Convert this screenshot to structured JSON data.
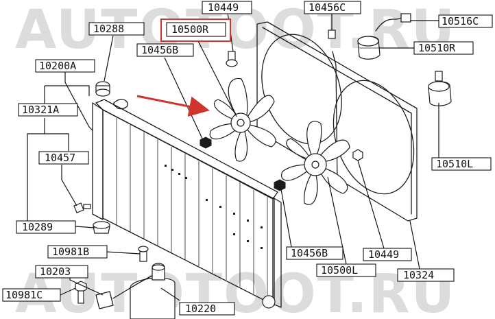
{
  "watermark": {
    "top": "AUTOTOOT.RU",
    "bottom": "AUTOTOOT.RU"
  },
  "highlight_color": "#d0342c",
  "labels": [
    {
      "id": "p10449_top",
      "text": "10449"
    },
    {
      "id": "p10456C",
      "text": "10456C"
    },
    {
      "id": "p10516C",
      "text": "10516C"
    },
    {
      "id": "p10288",
      "text": "10288"
    },
    {
      "id": "p10500R",
      "text": "10500R"
    },
    {
      "id": "p10456B_top",
      "text": "10456B"
    },
    {
      "id": "p10510R",
      "text": "10510R"
    },
    {
      "id": "p10200A",
      "text": "10200A"
    },
    {
      "id": "p10321A",
      "text": "10321A"
    },
    {
      "id": "p10457",
      "text": "10457"
    },
    {
      "id": "p10510L",
      "text": "10510L"
    },
    {
      "id": "p10289",
      "text": "10289"
    },
    {
      "id": "p10981B",
      "text": "10981B"
    },
    {
      "id": "p10456B_bot",
      "text": "10456B"
    },
    {
      "id": "p10449_bot",
      "text": "10449"
    },
    {
      "id": "p10500L",
      "text": "10500L"
    },
    {
      "id": "p10324",
      "text": "10324"
    },
    {
      "id": "p10203",
      "text": "10203"
    },
    {
      "id": "p10981C",
      "text": "10981C"
    },
    {
      "id": "p10220",
      "text": "10220"
    }
  ]
}
